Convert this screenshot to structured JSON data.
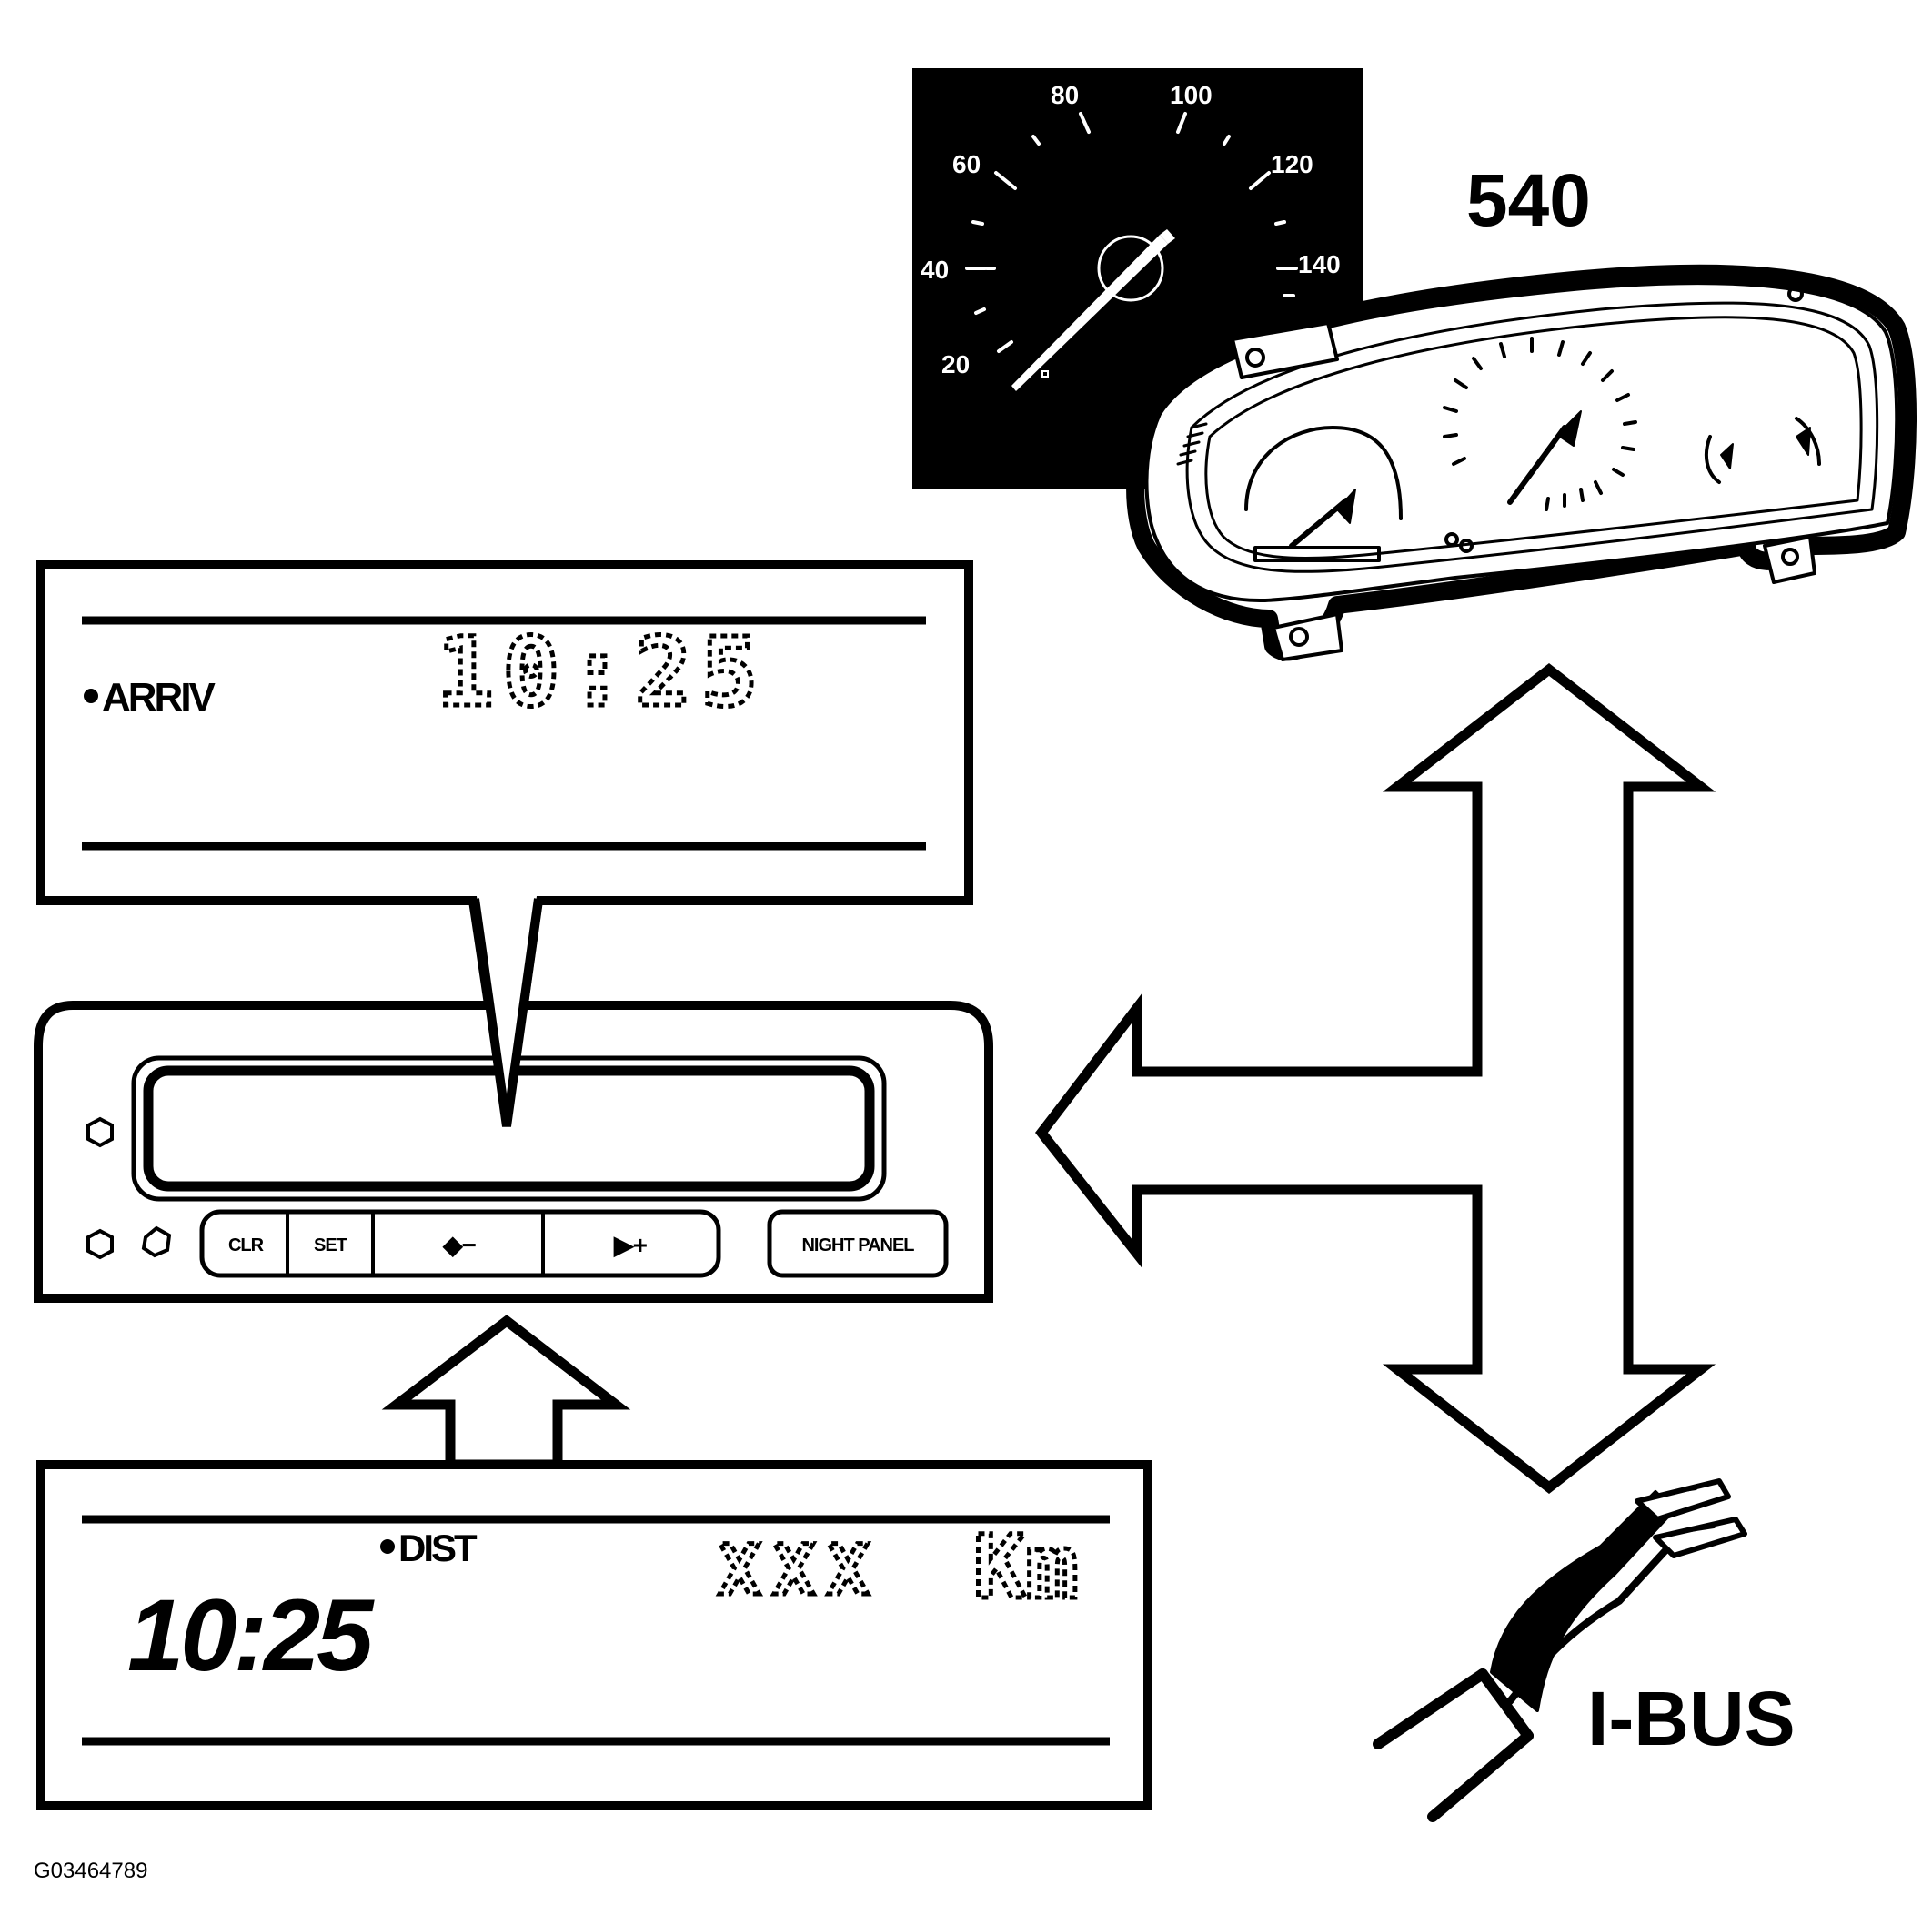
{
  "figure_id": "G03464789",
  "cluster": {
    "label": "540",
    "speedometer_ticks": [
      "20",
      "40",
      "60",
      "80",
      "100",
      "120",
      "140"
    ]
  },
  "bus_label": "I-BUS",
  "display_top": {
    "indicator": "ARRIV",
    "value": "10:25"
  },
  "display_bottom": {
    "indicator": "DIST",
    "time": "10:25",
    "distance": "XXX",
    "unit": "Km"
  },
  "panel": {
    "buttons": [
      "CLR",
      "SET",
      "◆−",
      "▶+",
      "NIGHT PANEL"
    ]
  },
  "colors": {
    "ink": "#000000",
    "paper": "#ffffff"
  },
  "icons": [
    "speedometer-icon",
    "instrument-cluster-icon",
    "connector-plug-icon",
    "double-arrow-icon"
  ]
}
